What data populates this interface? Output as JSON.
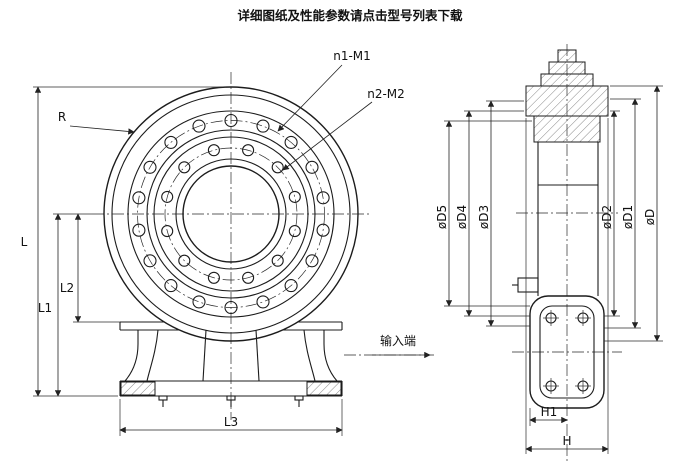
{
  "page": {
    "title": "详细图纸及性能参数请点击型号列表下载"
  },
  "colors": {
    "ink": "#1c1c1c",
    "background": "#ffffff"
  },
  "front_view": {
    "labels": {
      "radius": "R",
      "outer_bolt_pattern": "n1-M1",
      "inner_bolt_pattern": "n2-M2",
      "input_end": "输入端"
    },
    "dimensions": {
      "overall_height": "L",
      "height_1": "L1",
      "height_2": "L2",
      "base_width": "L3"
    }
  },
  "side_view": {
    "dimensions": {
      "d5": "øD5",
      "d4": "øD4",
      "d3": "øD3",
      "d2": "øD2",
      "d1": "øD1",
      "d": "øD",
      "h1": "H1",
      "h": "H"
    }
  }
}
